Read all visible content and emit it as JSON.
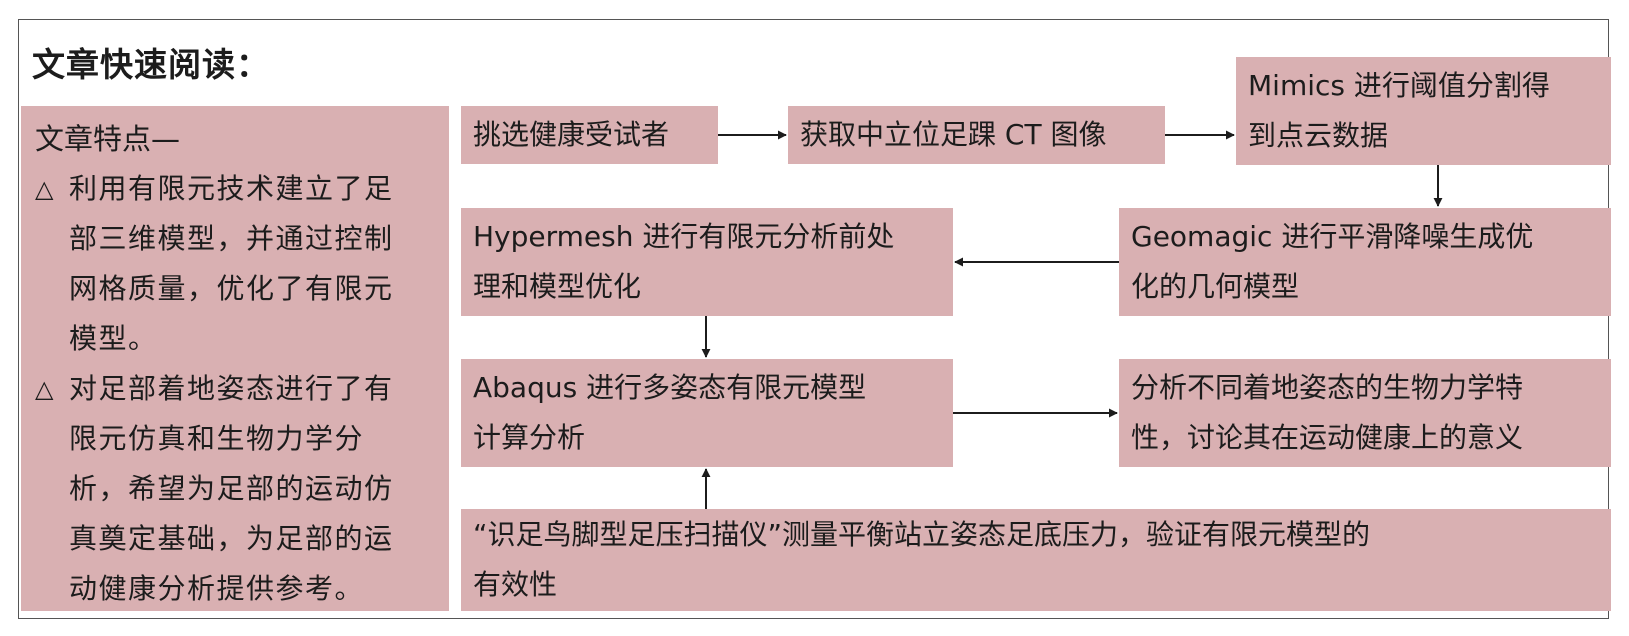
{
  "title": "文章快速阅读：",
  "features": {
    "heading": "文章特点—",
    "bullets": [
      {
        "marker": "△",
        "lines": [
          "利用有限元技术建立了足",
          "部三维模型，并通过控制",
          "网格质量，优化了有限元",
          "模型。"
        ]
      },
      {
        "marker": "△",
        "lines": [
          "对足部着地姿态进行了有",
          "限元仿真和生物力学分",
          "析，希望为足部的运动仿",
          "真奠定基础，为足部的运",
          "动健康分析提供参考。"
        ]
      }
    ]
  },
  "flow": {
    "select_subjects": [
      "挑选健康受试者"
    ],
    "ct_images": [
      "获取中立位足踝 CT 图像"
    ],
    "mimics": [
      "Mimics 进行阈值分割得",
      "到点云数据"
    ],
    "geomagic": [
      "Geomagic 进行平滑降噪生成优",
      "化的几何模型"
    ],
    "hypermesh": [
      "Hypermesh 进行有限元分析前处",
      "理和模型优化"
    ],
    "abaqus": [
      "Abaqus 进行多姿态有限元模型",
      "计算分析"
    ],
    "analysis": [
      "分析不同着地姿态的生物力学特",
      "性，讨论其在运动健康上的意义"
    ],
    "scanner": [
      "“识足鸟脚型足压扫描仪”测量平衡站立姿态足底压力，验证有限元模型的",
      "有效性"
    ]
  },
  "colors": {
    "box_fill": "#d9b0b2",
    "arrow": "#1c1c1c",
    "frame": "#555555"
  }
}
